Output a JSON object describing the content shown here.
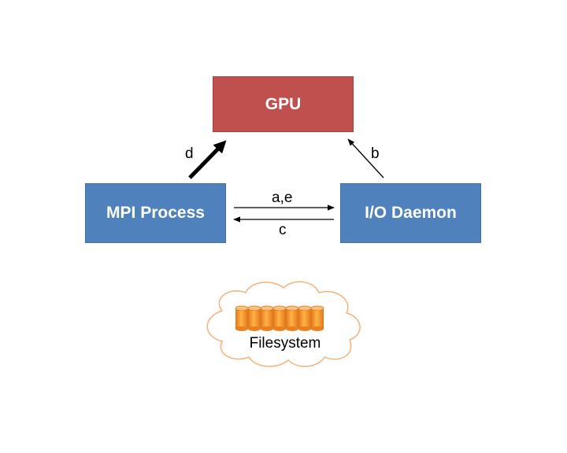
{
  "nodes": {
    "gpu": "GPU",
    "mpi": "MPI Process",
    "io": "I/O Daemon",
    "filesystem": "Filesystem"
  },
  "edges": {
    "mpi_to_gpu": "d",
    "io_to_gpu": "b",
    "mpi_to_io": "a,e",
    "io_to_mpi": "c"
  },
  "colors": {
    "gpu": "#c0504d",
    "process": "#4f81bd",
    "cloud_outline": "#f5b27a",
    "disk": "#f59a32"
  },
  "icons": {
    "storage": "disk-array-icon",
    "cloud": "cloud-shape"
  }
}
